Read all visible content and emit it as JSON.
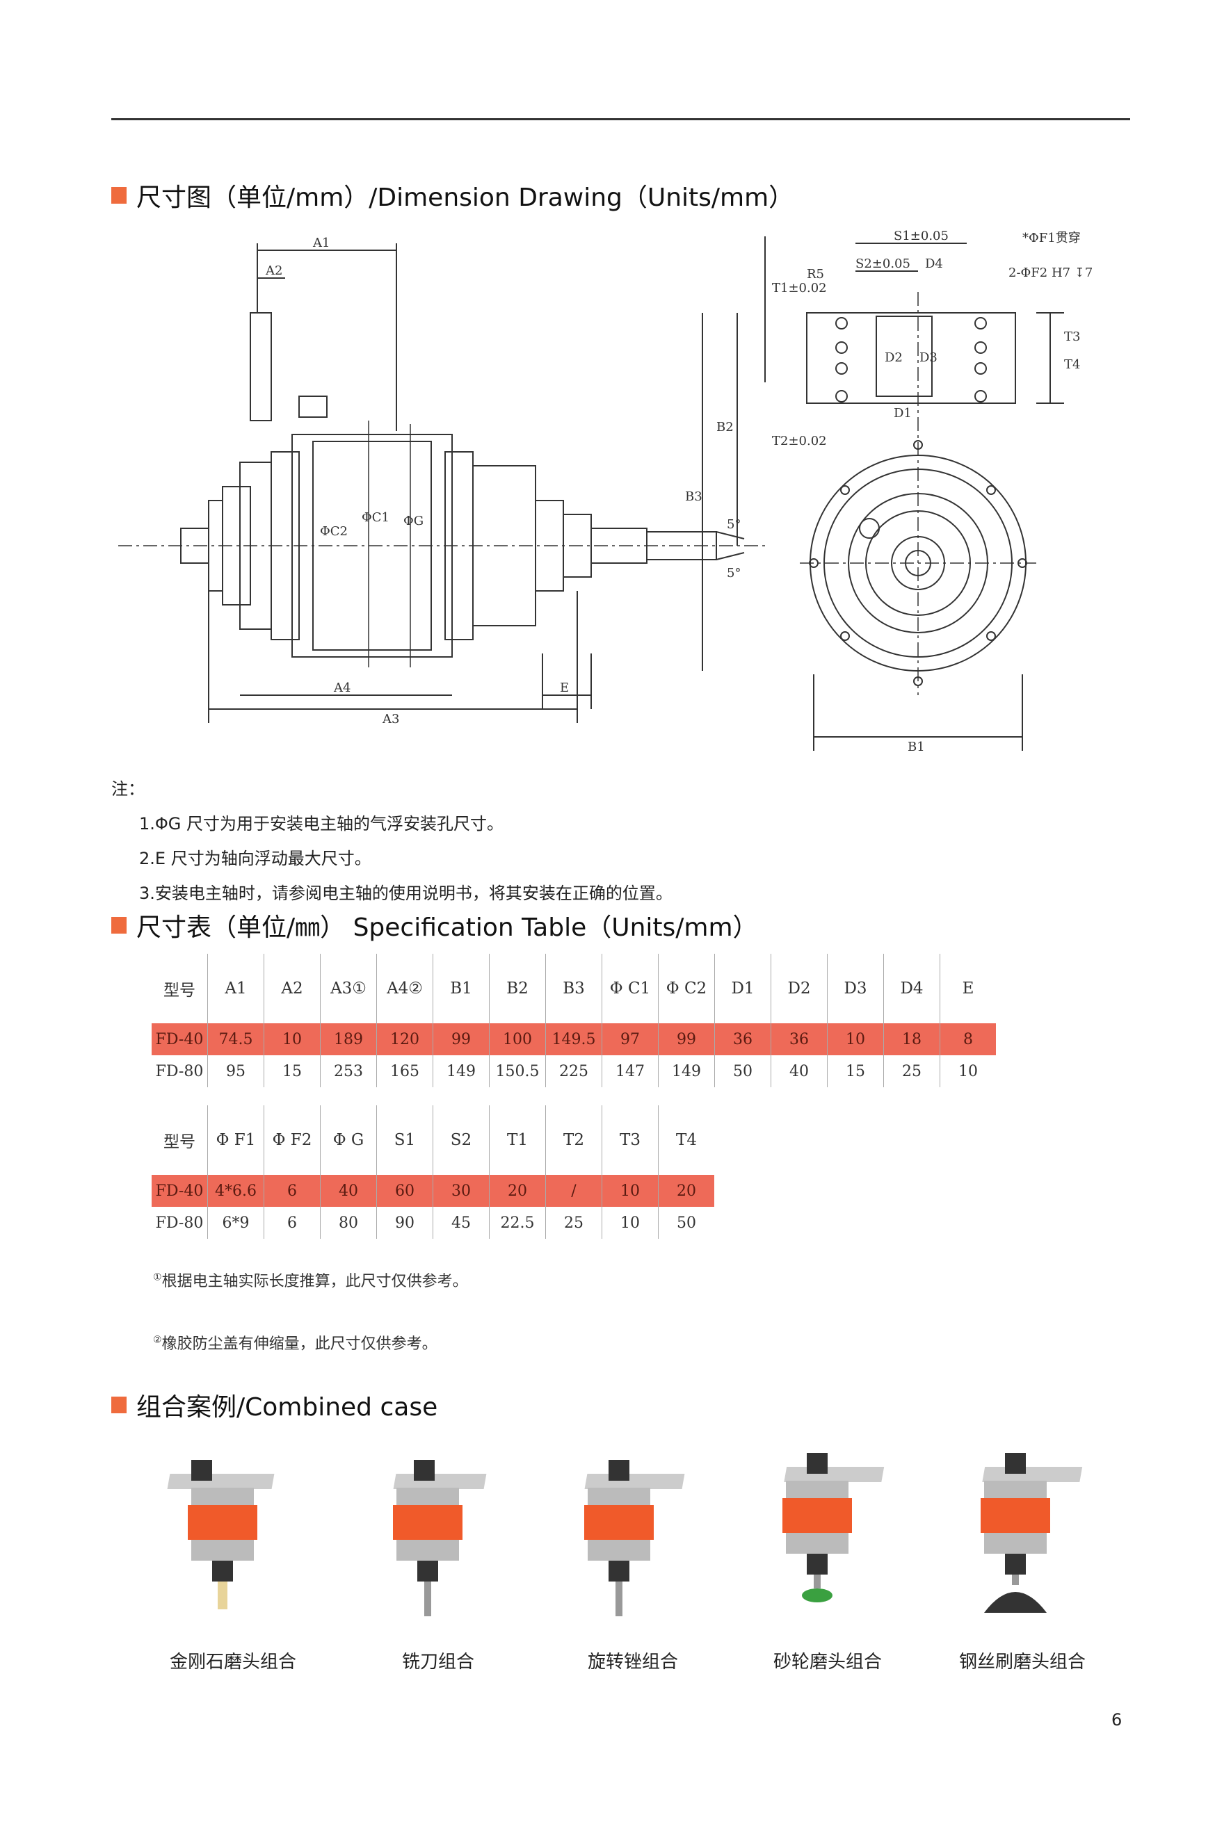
{
  "sections": {
    "drawing_title": "尺寸图（单位/mm）/Dimension Drawing（Units/mm）",
    "table_title": "尺寸表（单位/㎜） Specification Table（Units/mm）",
    "case_title": "组合案例/Combined case"
  },
  "drawing_labels": {
    "A1": "A1",
    "A2": "A2",
    "A3": "A3",
    "A4": "A4",
    "E": "E",
    "phiC2": "ΦC2",
    "phiC1": "ΦC1",
    "phiG": "ΦG",
    "angle1": "5°",
    "angle2": "5°",
    "S1": "S1±0.05",
    "S2": "S2±0.05",
    "D4": "D4",
    "F1": "*ΦF1贯穿",
    "F2": "2-ΦF2 H7 ↧7",
    "R5": "R5",
    "T1": "T1±0.02",
    "T2": "T2±0.02",
    "T3": "T3",
    "T4": "T4",
    "B1": "B1",
    "B2": "B2",
    "B3": "B3",
    "D1": "D1",
    "D2": "D2",
    "D3": "D3"
  },
  "notes": {
    "header": "注：",
    "items": [
      "1.ΦG 尺寸为用于安装电主轴的气浮安装孔尺寸。",
      "2.E 尺寸为轴向浮动最大尺寸。",
      "3.安装电主轴时，请参阅电主轴的使用说明书，将其安装在正确的位置。"
    ]
  },
  "table1": {
    "headers": [
      "型号",
      "A1",
      "A2",
      "A3①",
      "A4②",
      "B1",
      "B2",
      "B3",
      "Φ C1",
      "Φ C2",
      "D1",
      "D2",
      "D3",
      "D4",
      "E"
    ],
    "rows": [
      [
        "FD-40",
        "74.5",
        "10",
        "189",
        "120",
        "99",
        "100",
        "149.5",
        "97",
        "99",
        "36",
        "36",
        "10",
        "18",
        "8"
      ],
      [
        "FD-80",
        "95",
        "15",
        "253",
        "165",
        "149",
        "150.5",
        "225",
        "147",
        "149",
        "50",
        "40",
        "15",
        "25",
        "10"
      ]
    ]
  },
  "table2": {
    "headers": [
      "型号",
      "Φ F1",
      "Φ F2",
      "Φ G",
      "S1",
      "S2",
      "T1",
      "T2",
      "T3",
      "T4"
    ],
    "rows": [
      [
        "FD-40",
        "4*6.6",
        "6",
        "40",
        "60",
        "30",
        "20",
        "/",
        "10",
        "20"
      ],
      [
        "FD-80",
        "6*9",
        "6",
        "80",
        "90",
        "45",
        "22.5",
        "25",
        "10",
        "50"
      ]
    ]
  },
  "footnotes": [
    {
      "mark": "①",
      "text": "根据电主轴实际长度推算，此尺寸仅供参考。"
    },
    {
      "mark": "②",
      "text": "橡胶防尘盖有伸缩量，此尺寸仅供参考。"
    }
  ],
  "cases": [
    "金刚石磨头组合",
    "铣刀组合",
    "旋转锉组合",
    "砂轮磨头组合",
    "钢丝刷磨头组合"
  ],
  "page_number": "6",
  "colors": {
    "accent": "#ef6b3d",
    "highlight_row": "#ee6a58",
    "case_band": "#f05a2a"
  }
}
